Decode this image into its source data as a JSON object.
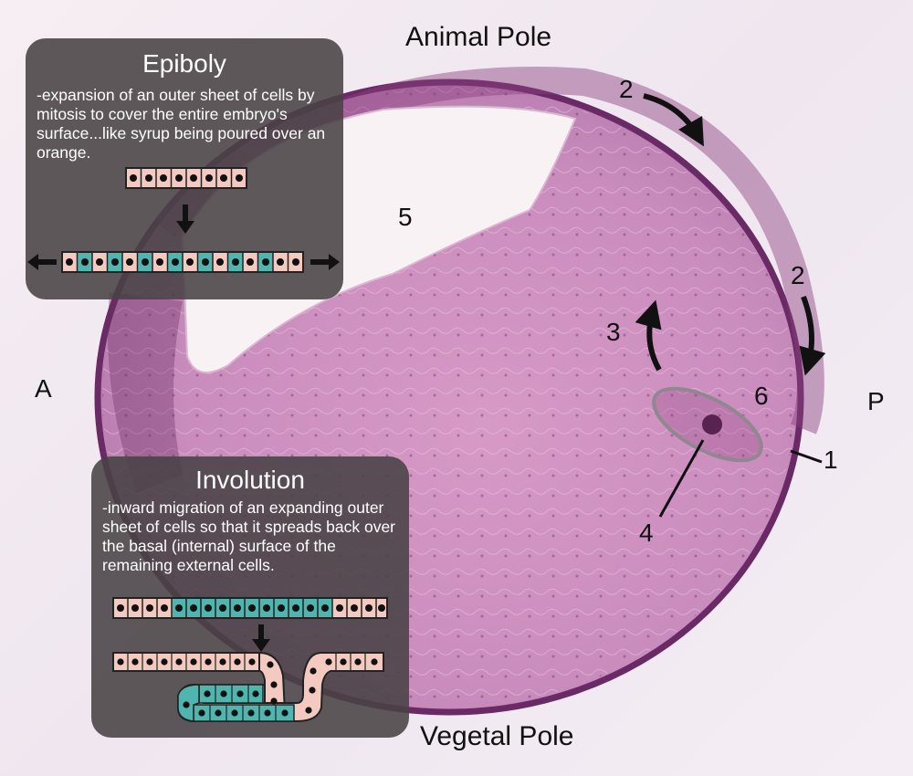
{
  "labels": {
    "animal_pole": "Animal Pole",
    "vegetal_pole": "Vegetal Pole",
    "anterior": "A",
    "posterior": "P",
    "n1": "1",
    "n2_top": "2",
    "n2_right": "2",
    "n3": "3",
    "n4": "4",
    "n5": "5",
    "n6": "6"
  },
  "epiboly": {
    "title": "Epiboly",
    "description": "-expansion of an outer sheet of cells by mitosis to cover the entire embryo's surface...like syrup being poured over an orange."
  },
  "involution": {
    "title": "Involution",
    "description": "-inward migration of an expanding outer sheet of cells so that it spreads back over the basal (internal) surface of the remaining external cells."
  },
  "colors": {
    "pink_cell": "#f4c9c0",
    "teal_cell": "#4fb5ae",
    "embryo_tissue": "#c88fba",
    "embryo_edge": "#6a2a66",
    "box_bg": "#484244"
  }
}
